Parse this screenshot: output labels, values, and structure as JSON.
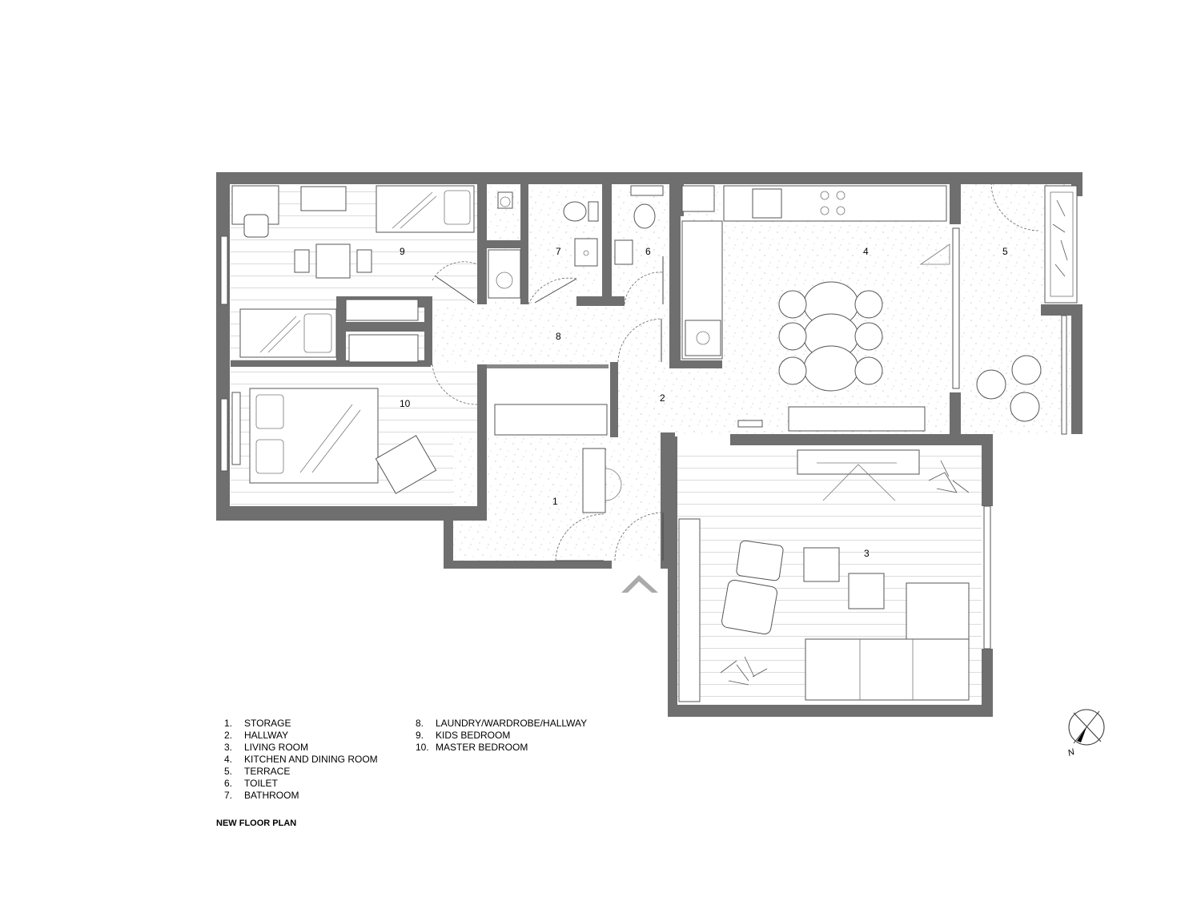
{
  "rooms": [
    {
      "num": "1"
    },
    {
      "num": "2"
    },
    {
      "num": "3"
    },
    {
      "num": "4"
    },
    {
      "num": "5"
    },
    {
      "num": "6"
    },
    {
      "num": "7"
    },
    {
      "num": "8"
    },
    {
      "num": "9"
    },
    {
      "num": "10"
    }
  ],
  "legend": {
    "col1": [
      {
        "n": "1.",
        "label": "STORAGE"
      },
      {
        "n": "2.",
        "label": "HALLWAY"
      },
      {
        "n": "3.",
        "label": "LIVING ROOM"
      },
      {
        "n": "4.",
        "label": "KITCHEN AND DINING ROOM"
      },
      {
        "n": "5.",
        "label": "TERRACE"
      },
      {
        "n": "6.",
        "label": "TOILET"
      },
      {
        "n": "7.",
        "label": "BATHROOM"
      }
    ],
    "col2": [
      {
        "n": "8.",
        "label": "LAUNDRY/WARDROBE/HALLWAY"
      },
      {
        "n": "9.",
        "label": "KIDS BEDROOM"
      },
      {
        "n": "10.",
        "label": "MASTER BEDROOM"
      }
    ]
  },
  "title": "NEW FLOOR PLAN",
  "compass": {
    "label": "N"
  },
  "colors": {
    "wall": "#6f6f6f",
    "line": "#555555"
  }
}
